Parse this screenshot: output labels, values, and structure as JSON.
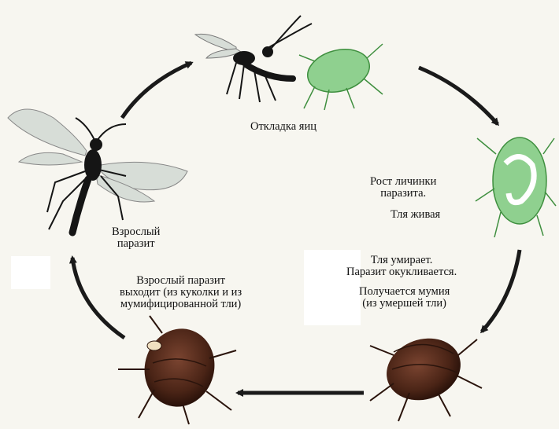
{
  "diagram": {
    "stages": [
      {
        "lines": [
          "Откладка яиц"
        ]
      },
      {
        "lines": [
          "Рост личинки",
          "паразита."
        ]
      },
      {
        "lines": [
          "Тля живая"
        ]
      },
      {
        "lines": [
          "Тля умирает.",
          "Паразит окукливается."
        ]
      },
      {
        "lines": [
          "Получается мумия",
          "(из умершей тли)"
        ]
      },
      {
        "lines": [
          "Взрослый паразит",
          "выходит (из куколки и из",
          "мумифицированной тли)"
        ]
      },
      {
        "lines": [
          "Взрослый",
          "паразит"
        ]
      }
    ],
    "colors": {
      "arrow": "#1a1a1a",
      "aphid_live": "#8fd08f",
      "aphid_outline": "#3f8f3f",
      "mummy": "#5a2e1c",
      "mummy_dark": "#2a140c",
      "wasp": "#151515",
      "wing": "#d7ddd7"
    }
  }
}
